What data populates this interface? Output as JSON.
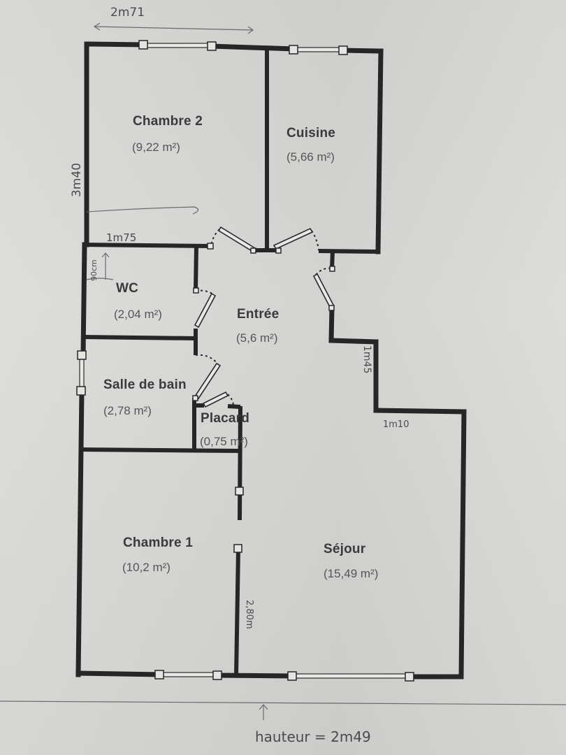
{
  "plan": {
    "rooms": [
      {
        "id": "chambre2",
        "name": "Chambre 2",
        "area": "(9,22 m²)"
      },
      {
        "id": "cuisine",
        "name": "Cuisine",
        "area": "(5,66 m²)"
      },
      {
        "id": "wc",
        "name": "WC",
        "area": "(2,04 m²)"
      },
      {
        "id": "entree",
        "name": "Entrée",
        "area": "(5,6 m²)"
      },
      {
        "id": "salle_de_bain",
        "name": "Salle de bain",
        "area": "(2,78 m²)"
      },
      {
        "id": "placard",
        "name": "Placard",
        "area": "(0,75 m²)"
      },
      {
        "id": "chambre1",
        "name": "Chambre 1",
        "area": "(10,2 m²)"
      },
      {
        "id": "sejour",
        "name": "Séjour",
        "area": "(15,49 m²)"
      }
    ],
    "annotations": {
      "top_width": "2m71",
      "left_height": "3m40",
      "wc_width": "1m75",
      "wc_small": "90cm",
      "step_vertical": "1m45",
      "step_horizontal": "1m10",
      "chambre1_wall": "2,80m",
      "ceiling_height": "hauteur = 2m49"
    },
    "colors": {
      "wall": "#262626",
      "paper": "#d6d6d4",
      "print_text": "#3a3a3a",
      "pencil": "#4a4a4a"
    }
  }
}
